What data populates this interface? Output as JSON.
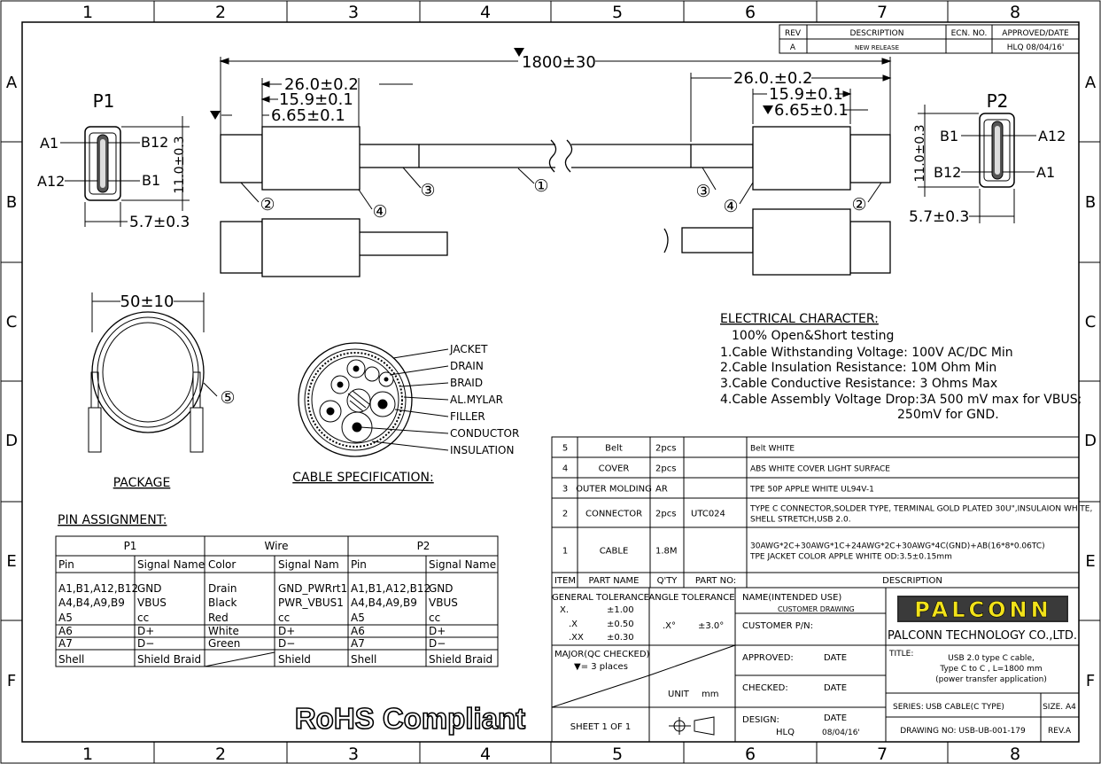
{
  "border": {
    "columns": [
      "1",
      "2",
      "3",
      "4",
      "5",
      "6",
      "7",
      "8"
    ],
    "rows": [
      "A",
      "B",
      "C",
      "D",
      "E",
      "F"
    ]
  },
  "revision_table": {
    "headers": [
      "REV",
      "DESCRIPTION",
      "ECN. NO.",
      "APPROVED/DATE"
    ],
    "row": [
      "A",
      "NEW RELEASE",
      "",
      "HLQ 08/04/16'"
    ]
  },
  "dimensions": {
    "overall": "1800±30",
    "left_a": "26.0±0.2",
    "left_b": "15.9±0.1",
    "left_c": "6.65±0.1",
    "right_a": "26.0.±0.2",
    "right_b": "15.9±0.1",
    "right_c": "6.65±0.1",
    "p_height": "11.0±0.3",
    "p_width": "5.7±0.3",
    "package": "50±10"
  },
  "connectors": {
    "p1": {
      "title": "P1",
      "a1": "A1",
      "a12": "A12",
      "b12": "B12",
      "b1": "B1"
    },
    "p2": {
      "title": "P2",
      "b1": "B1",
      "b12": "B12",
      "a12": "A12",
      "a1": "A1"
    }
  },
  "balloons": [
    "①",
    "②",
    "③",
    "④",
    "⑤"
  ],
  "labels": {
    "package": "PACKAGE",
    "cable_spec": "CABLE SPECIFICATION:",
    "pin_assignment": "PIN ASSIGNMENT:"
  },
  "cable_layers": [
    "JACKET",
    "DRAIN",
    "BRAID",
    "AL.MYLAR",
    "FILLER",
    "CONDUCTOR",
    "INSULATION"
  ],
  "electrical": {
    "title": "ELECTRICAL CHARACTER:",
    "lines": [
      "100% Open&Short testing",
      "1.Cable Withstanding Voltage: 100V AC/DC Min",
      "2.Cable Insulation Resistance: 10M Ohm Min",
      "3.Cable Conductive Resistance: 3 Ohms Max",
      "4.Cable Assembly Voltage Drop:3A 500 mV max for VBUS;",
      "250mV for GND."
    ]
  },
  "pin_table": {
    "groups": [
      "P1",
      "Wire",
      "P2"
    ],
    "headers": [
      "Pin",
      "Signal Name",
      "Color",
      "Signal Nam",
      "Pin",
      "Signal Name"
    ],
    "rows": [
      [
        "A1,B1,A12,B12",
        "GND",
        "Drain",
        "GND_PWRrt1",
        "A1,B1,A12,B12",
        "GND"
      ],
      [
        "A4,B4,A9,B9",
        "VBUS",
        "Black",
        "PWR_VBUS1",
        "A4,B4,A9,B9",
        "VBUS"
      ],
      [
        "A5",
        "cc",
        "Red",
        "cc",
        "A5",
        "cc"
      ],
      [
        "A6",
        "D+",
        "White",
        "D+",
        "A6",
        "D+"
      ],
      [
        "A7",
        "D−",
        "Green",
        "D−",
        "A7",
        "D−"
      ],
      [
        "Shell",
        "Shield Braid",
        "",
        "Shield",
        "Shell",
        "Shield Braid"
      ]
    ]
  },
  "bom": {
    "rows": [
      {
        "item": "5",
        "name": "Belt",
        "qty": "2pcs",
        "part": "",
        "desc": [
          "Belt WHITE"
        ]
      },
      {
        "item": "4",
        "name": "COVER",
        "qty": "2pcs",
        "part": "",
        "desc": [
          "ABS WHITE COVER LIGHT SURFACE"
        ]
      },
      {
        "item": "3",
        "name": "OUTER MOLDING",
        "qty": "AR",
        "part": "",
        "desc": [
          "TPE 50P APPLE WHITE UL94V-1"
        ]
      },
      {
        "item": "2",
        "name": "CONNECTOR",
        "qty": "2pcs",
        "part": "UTC024",
        "desc": [
          "TYPE C CONNECTOR,SOLDER TYPE, TERMINAL GOLD PLATED 30U\",INSULAION WHITE,",
          "SHELL STRETCH,USB 2.0."
        ]
      },
      {
        "item": "1",
        "name": "CABLE",
        "qty": "1.8M",
        "part": "",
        "desc": [
          "30AWG*2C+30AWG*1C+24AWG*2C+30AWG*4C(GND)+AB(16*8*0.06TC)",
          "TPE JACKET COLOR APPLE WHITE OD:3.5±0.15mm"
        ]
      }
    ],
    "headers": {
      "item": "ITEM",
      "name": "PART NAME",
      "qty": "Q'TY",
      "part": "PART NO:",
      "desc": "DESCRIPTION"
    }
  },
  "title_block": {
    "general_tolerance": "GENERAL TOLERANCE",
    "tol_x": "X.",
    "tol_x_val": "±1.00",
    "tol_x1": ".X",
    "tol_x1_val": "±0.50",
    "tol_x2": ".XX",
    "tol_x2_val": "±0.30",
    "angle_tolerance": "ANGLE TOLERANCE",
    "angle_x": ".X°",
    "angle_val": "±3.0°",
    "major": "MAJOR(QC CHECKED)",
    "major_note": "▼= 3 places",
    "unit": "UNIT",
    "unit_val": "mm",
    "sheet": "SHEET 1 OF 1",
    "name_label": "NAME(INTENDED USE)",
    "name_val": "CUSTOMER DRAWING",
    "customer_pn": "CUSTOMER P/N:",
    "approved": "APPROVED:",
    "checked": "CHECKED:",
    "design": "DESIGN:",
    "date": "DATE",
    "designer": "HLQ",
    "design_date": "08/04/16'",
    "logo": "PALCONN",
    "company": "PALCONN TECHNOLOGY CO.,LTD.",
    "title_label": "TITLE:",
    "title_lines": [
      "USB 2.0 type C cable,",
      "Type C to C , L=1800 mm",
      "(power transfer application)"
    ],
    "series_label": "SERIES:",
    "series_val": "USB CABLE(C TYPE)",
    "size": "SIZE. A4",
    "drawing_no": "DRAWING NO: USB-UB-001-179",
    "rev": "REV.A"
  },
  "rohs": "RoHS Compliant"
}
